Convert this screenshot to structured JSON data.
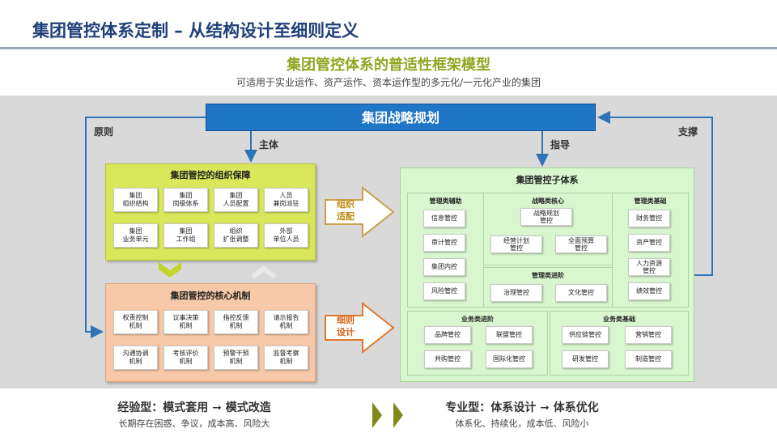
{
  "title": "集团管控体系定制 – 从结构设计至细则定义",
  "subtitle": "集团管控体系的普适性框架模型",
  "subtitle2": "可适用于实业运作、资产运作、资本运作型的多元化/一元化产业的集团",
  "strategy": "集团战略规划",
  "labels": {
    "principle": "原则",
    "support": "支撑",
    "subject": "主体",
    "guide": "指导",
    "org_fit": [
      "组织",
      "适配"
    ],
    "detail_design": [
      "细则",
      "设计"
    ]
  },
  "org": {
    "title": "集团管控的组织保障",
    "items": [
      [
        "集团",
        "组织结构"
      ],
      [
        "集团",
        "岗级体系"
      ],
      [
        "集团",
        "人员配置"
      ],
      [
        "人员",
        "兼岗派驻"
      ],
      [
        "集团",
        "业务单元"
      ],
      [
        "集团",
        "工作组"
      ],
      [
        "组织",
        "扩张调整"
      ],
      [
        "外部",
        "单位人员"
      ]
    ]
  },
  "core": {
    "title": "集团管控的核心机制",
    "items": [
      [
        "权责控制",
        "机制"
      ],
      [
        "议事决策",
        "机制"
      ],
      [
        "指控反馈",
        "机制"
      ],
      [
        "请示报告",
        "机制"
      ],
      [
        "沟通协调",
        "机制"
      ],
      [
        "考核评价",
        "机制"
      ],
      [
        "预警干预",
        "机制"
      ],
      [
        "监督考察",
        "机制"
      ]
    ]
  },
  "subsystem": {
    "title": "集团管控子体系",
    "assist": {
      "title": "管理类辅助",
      "items": [
        "信息管控",
        "审计管控",
        "集团内控",
        "风险管控"
      ]
    },
    "strategy_core": {
      "title": "战略类核心",
      "items": [
        [
          "战略规划",
          "管控"
        ],
        [
          "经营计划",
          "管控"
        ],
        [
          "全面预算",
          "管控"
        ]
      ]
    },
    "advance": {
      "title": "管理类进阶",
      "items": [
        "治理管控",
        "文化管控"
      ]
    },
    "basic": {
      "title": "管理类基础",
      "items": [
        [
          "财务管控"
        ],
        [
          "资产管控"
        ],
        [
          "人力资源",
          "管控"
        ],
        [
          "绩效管控"
        ]
      ]
    },
    "biz_adv": {
      "title": "业务类进阶",
      "items": [
        "品牌管控",
        "联盟管控",
        "并购管控",
        "国际化管控"
      ]
    },
    "biz_basic": {
      "title": "业务类基础",
      "items": [
        "供应链管控",
        "营销管控",
        "研发管控",
        "制造管控"
      ]
    }
  },
  "bottom": {
    "left_title": "经验型：模式套用 ➞ 模式改造",
    "left_sub": "长期存在困惑、争议，成本高、风险大",
    "right_title": "专业型：体系设计 ➞ 体系优化",
    "right_sub": "体系化、持续化，成本低、风险小"
  },
  "colors": {
    "title": "#1f3f7a",
    "subtitle": "#8fa722",
    "strategy": "#1f75c6",
    "org": "#d8e85a",
    "core": "#f7c9a8",
    "subsystem": "#d8f7cf",
    "bottom_arrow": "#7f8a1a"
  }
}
